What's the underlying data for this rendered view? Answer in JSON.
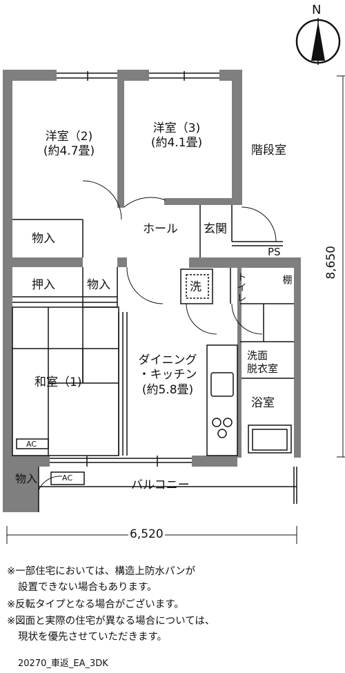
{
  "compass": {
    "label": "N"
  },
  "rooms": {
    "western2": {
      "name": "洋室（2)",
      "area": "(約4.7畳)"
    },
    "western3": {
      "name": "洋室（3)",
      "area": "(約4.1畳)"
    },
    "stairwell": "階段室",
    "storage_left": "物入",
    "hall": "ホール",
    "entrance": "玄関",
    "ps": "PS",
    "closet_oshiire": "押入",
    "storage_mid": "物入",
    "laundry": "洗",
    "toilet": "トイレ",
    "shelf": "棚",
    "dining": {
      "line1": "ダイニング",
      "line2": "・キッチン",
      "area": "(約5.8畳)"
    },
    "washroom": {
      "line1": "洗面",
      "line2": "脱衣室"
    },
    "bathroom": "浴室",
    "japanese": "和室（1)",
    "ac_indoor": "AC",
    "ac_outdoor": "AC",
    "storage_balcony": "物入",
    "balcony": "バルコニー"
  },
  "dimensions": {
    "width": "6,520",
    "depth": "8,650"
  },
  "notes": [
    "※一部住宅においては、構造上防水パンが",
    "設置できない場合もあります。",
    "※反転タイプとなる場合がございます。",
    "※図面と実際の住宅が異なる場合については、",
    "現状を優先させていただきます。"
  ],
  "plan_code": "20270_車返_EA_3DK",
  "colors": {
    "wall": "#7f7f7f",
    "line": "#111111",
    "background": "#ffffff"
  }
}
